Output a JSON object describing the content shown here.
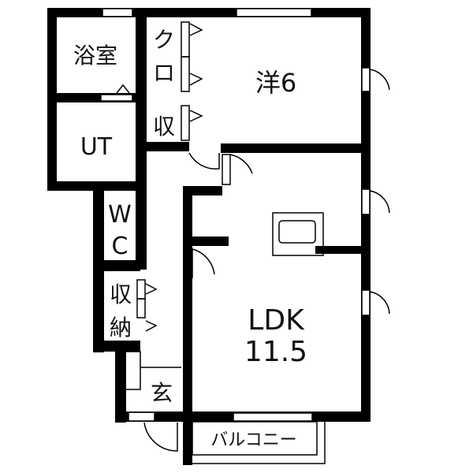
{
  "rooms": {
    "bath": "浴室",
    "closet_top_1": "ク",
    "closet_top_2": "ロ",
    "storage_small": "収",
    "western_room": "洋6",
    "utility": "UT",
    "wc_1": "W",
    "wc_2": "C",
    "storage_1": "収",
    "storage_2": "納",
    "entrance": "玄",
    "ldk_1": "LDK",
    "ldk_2": "11.5",
    "balcony": "バルコニー"
  },
  "colors": {
    "wall": "#000000",
    "background": "#ffffff"
  }
}
